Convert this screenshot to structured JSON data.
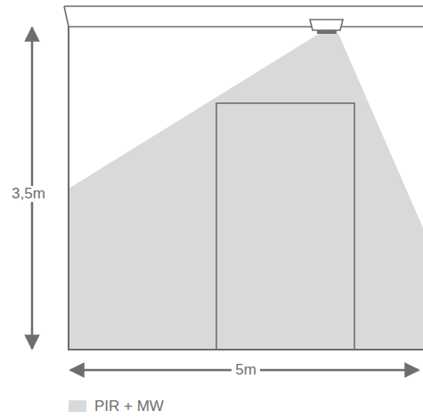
{
  "diagram": {
    "labels": [
      "3,5m",
      "5m"
    ],
    "legend": [
      {
        "text": "PIR + MW",
        "color": "#d9d9d9"
      }
    ]
  }
}
